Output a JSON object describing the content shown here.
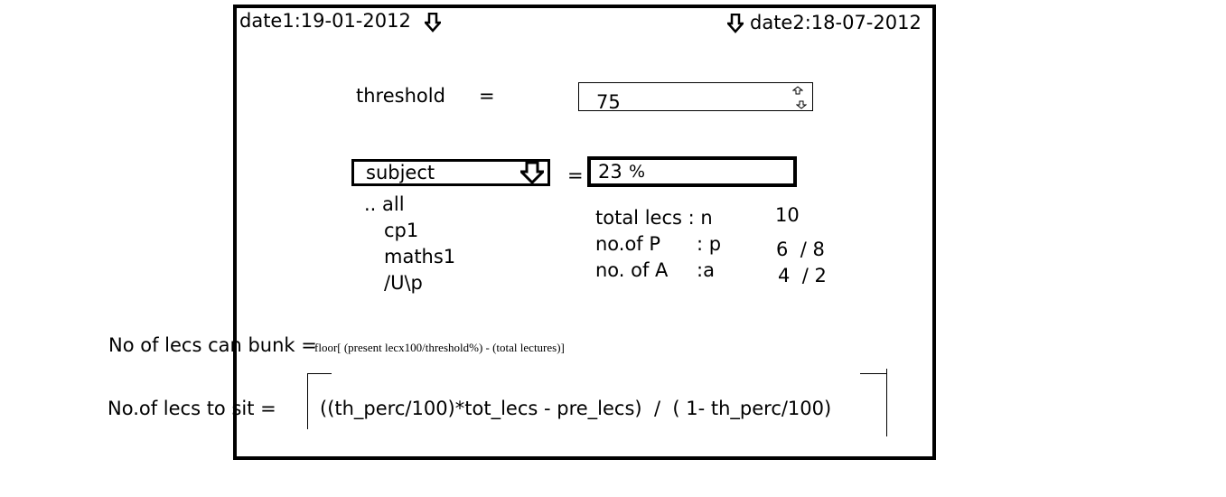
{
  "header": {
    "date1": "date1:19-01-2012",
    "date2": "date2:18-07-2012"
  },
  "threshold": {
    "label": "threshold",
    "equals": "=",
    "value": "75"
  },
  "subject": {
    "dropdown_label": "subject",
    "equals": "=",
    "percent_value": "23",
    "percent_sign": "%",
    "options": [
      ".. all",
      "cp1",
      "maths1",
      "/U\\p"
    ]
  },
  "stats": {
    "total_label": "total lecs : n",
    "total_value": "10",
    "present_label": "no.of P",
    "present_sep": ": p",
    "present_value": "6  / 8",
    "absent_label": "no. of A",
    "absent_sep": ":a",
    "absent_value": "4  / 2"
  },
  "formulas": {
    "bunk_label": "No of lecs can bunk =",
    "bunk_formula": "floor[ (present lecx100/threshold%) - (total lectures)]",
    "sit_label": "No.of lecs to sit =",
    "sit_formula": "((th_perc/100)*tot_lecs - pre_lecs)  /  ( 1- th_perc/100)"
  }
}
